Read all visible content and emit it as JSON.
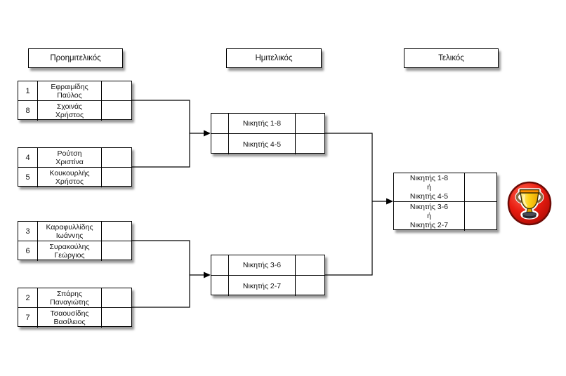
{
  "headers": {
    "quarterfinal": "Προημιτελικός",
    "semifinal": "Ημιτελικός",
    "final": "Τελικός"
  },
  "quarterfinals": [
    {
      "top": {
        "seed": "1",
        "name": [
          "Εφραιμίδης",
          "Παύλος"
        ],
        "score": ""
      },
      "bottom": {
        "seed": "8",
        "name": [
          "Σχοινάς",
          "Χρήστος"
        ],
        "score": ""
      }
    },
    {
      "top": {
        "seed": "4",
        "name": [
          "Ρούτση",
          "Χριστίνα"
        ],
        "score": ""
      },
      "bottom": {
        "seed": "5",
        "name": [
          "Κουκουρλής",
          "Χρήστος"
        ],
        "score": ""
      }
    },
    {
      "top": {
        "seed": "3",
        "name": [
          "Καραφυλλίδης",
          "Ιωάννης"
        ],
        "score": ""
      },
      "bottom": {
        "seed": "6",
        "name": [
          "Συρακούλης",
          "Γεώργιος"
        ],
        "score": ""
      }
    },
    {
      "top": {
        "seed": "2",
        "name": [
          "Σπάρης",
          "Παναγιώτης"
        ],
        "score": ""
      },
      "bottom": {
        "seed": "7",
        "name": [
          "Τσαουσίδης",
          "Βασίλειος"
        ],
        "score": ""
      }
    }
  ],
  "semifinals": [
    {
      "top": {
        "name": "Νικητής 1-8",
        "score": ""
      },
      "bottom": {
        "name": "Νικητής 4-5",
        "score": ""
      }
    },
    {
      "top": {
        "name": "Νικητής 3-6",
        "score": ""
      },
      "bottom": {
        "name": "Νικητής 2-7",
        "score": ""
      }
    }
  ],
  "final": {
    "top": {
      "name": [
        "Νικητής 1-8",
        "ή",
        "Νικητής 4-5"
      ],
      "score": ""
    },
    "bottom": {
      "name": [
        "Νικητής 3-6",
        "ή",
        "Νικητής 2-7"
      ],
      "score": ""
    }
  },
  "icons": {
    "trophy": "trophy-icon"
  },
  "colors": {
    "background": "#ffffff",
    "line": "#000000",
    "box_border": "#000000",
    "trophy_red": "#e81c10",
    "trophy_gold": "#ffd21a",
    "trophy_rim_orange": "#ff9000"
  }
}
